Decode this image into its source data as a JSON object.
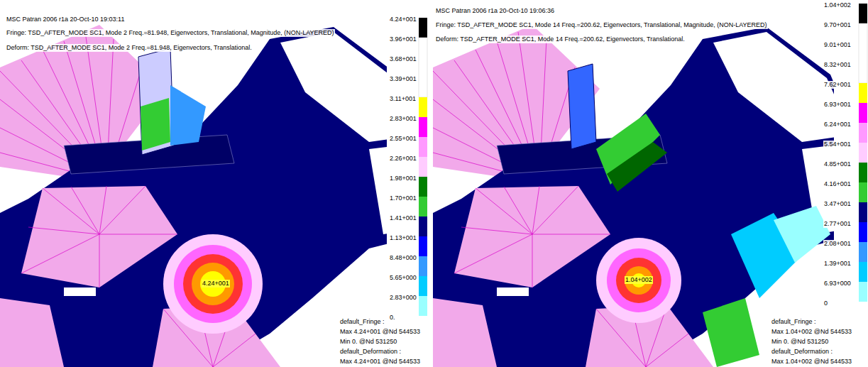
{
  "diagram": {
    "labels": [
      "MSC Patran 2006 r1a 20-Oct-10 19:03:11",
      "Fringe: TSD_AFTER_MODE SC1, Mode 2 Freq.=81.948, Eigenvectors, Translational, Magnitude, (NON-LAYERED)",
      "Deform: TSD_AFTER_MODE SC1, Mode 2 Freq.=81.948, Eigenvectors, Translational.",
      "4.24+001",
      "3.96+001",
      "3.68+001",
      "3.39+001",
      "3.11+001",
      "2.83+001",
      "2.55+001",
      "2.26+001",
      "1.98+001",
      "1.70+001",
      "1.41+001",
      "1.13+001",
      "8.48+000",
      "5.65+000",
      "2.83+000",
      "0.",
      "4.24+001",
      "default_Fringe :",
      "Max 4.24+001 @Nd 544533",
      "Min 0. @Nd 531250",
      "default_Deformation :",
      "Max 4.24+001 @Nd 544533",
      "MSC Patran 2006 r1a 20-Oct-10 19:06:36",
      "Fringe: TSD_AFTER_MODE SC1, Mode 14 Freq.=200.62, Eigenvectors, Translational, Magnitude, (NON-LAYERED)",
      "Deform: TSD_AFTER_MODE SC1, Mode 14 Freq.=200.62, Eigenvectors, Translational.",
      "1.04+002",
      "9.70+001",
      "9.01+001",
      "8.32+001",
      "7.62+001",
      "6.93+001",
      "6.24+001",
      "5.54+001",
      "4.85+001",
      "4.16+001",
      "3.47+001",
      "2.77+001",
      "2.08+001",
      "1.39+001",
      "6.93+000",
      "0",
      "1.04+002",
      "default_Fringe :",
      "Max 1.04+002 @Nd 544533",
      "Min 0. @Nd 531250",
      "default_Deformation :",
      "Max 1.04+002 @Nd 544533"
    ]
  }
}
